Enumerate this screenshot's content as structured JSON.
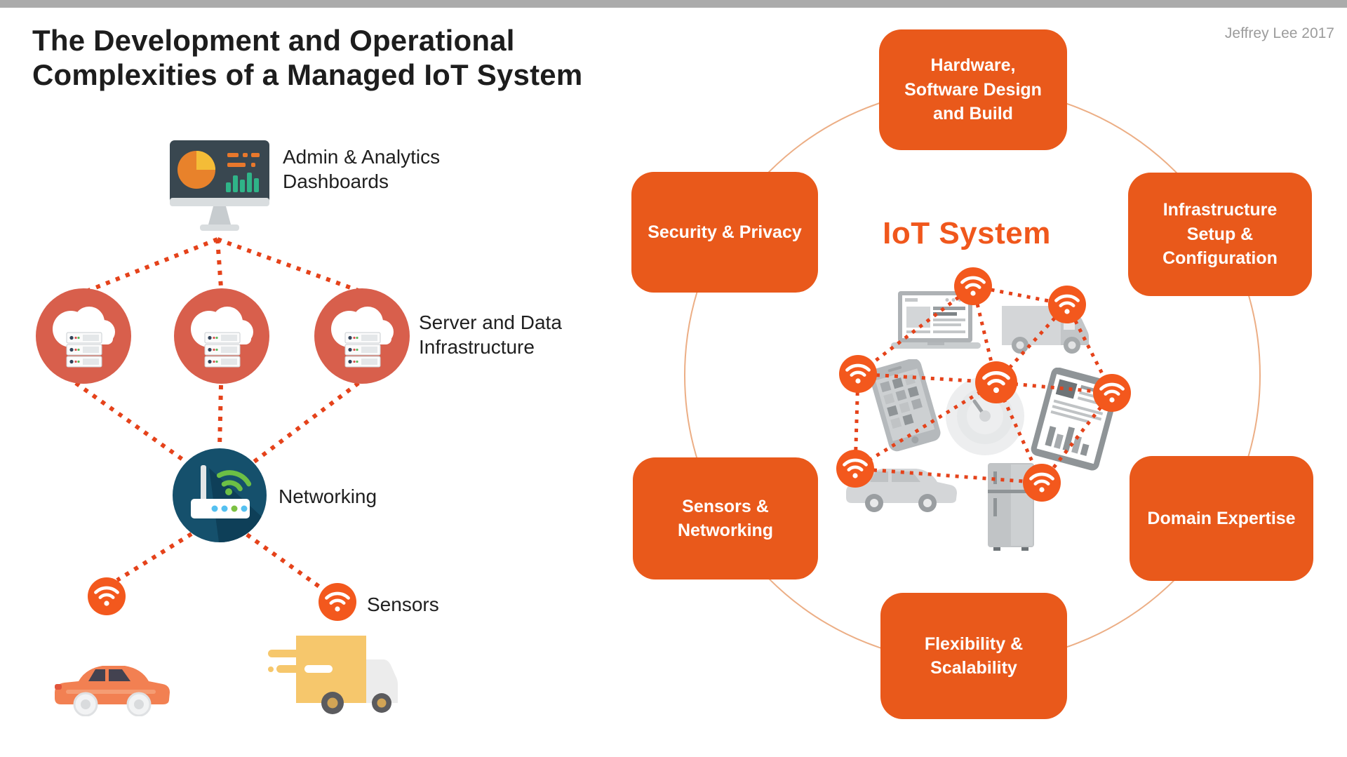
{
  "page": {
    "title": "The Development and Operational\nComplexities of a Managed IoT System",
    "credit": "Jeffrey Lee 2017"
  },
  "left_diagram": {
    "admin_label": "Admin & Analytics\nDashboards",
    "server_label": "Server and Data\nInfrastructure",
    "networking_label": "Networking",
    "sensors_label": "Sensors",
    "sensor_devices": [
      "car",
      "delivery-truck"
    ],
    "flow_order": [
      "admin-dashboards",
      "server-data-infrastructure",
      "networking",
      "sensors"
    ]
  },
  "right_diagram": {
    "center_title": "IoT System",
    "boxes": [
      {
        "id": "hardware",
        "label": "Hardware,\nSoftware Design\nand Build"
      },
      {
        "id": "security",
        "label": "Security & Privacy"
      },
      {
        "id": "infrastructure",
        "label": "Infrastructure\nSetup &\nConfiguration"
      },
      {
        "id": "sensors-networking",
        "label": "Sensors &\nNetworking"
      },
      {
        "id": "domain",
        "label": "Domain Expertise"
      },
      {
        "id": "flexibility",
        "label": "Flexibility &\nScalability"
      }
    ],
    "center_devices": [
      "laptop",
      "truck",
      "smartphone",
      "smartwatch-dial",
      "tablet",
      "car",
      "refrigerator"
    ]
  },
  "colors": {
    "box_orange": "#E9591B",
    "wifi_node_orange": "#F3581D",
    "dotted_line_orange": "#E5421A",
    "server_circle_red": "#D85F4C",
    "networking_navy": "#15506C",
    "iot_title_orange": "#F0571C",
    "ring_stroke": "#ECAE85",
    "top_bar_gray": "#ABABAB"
  }
}
